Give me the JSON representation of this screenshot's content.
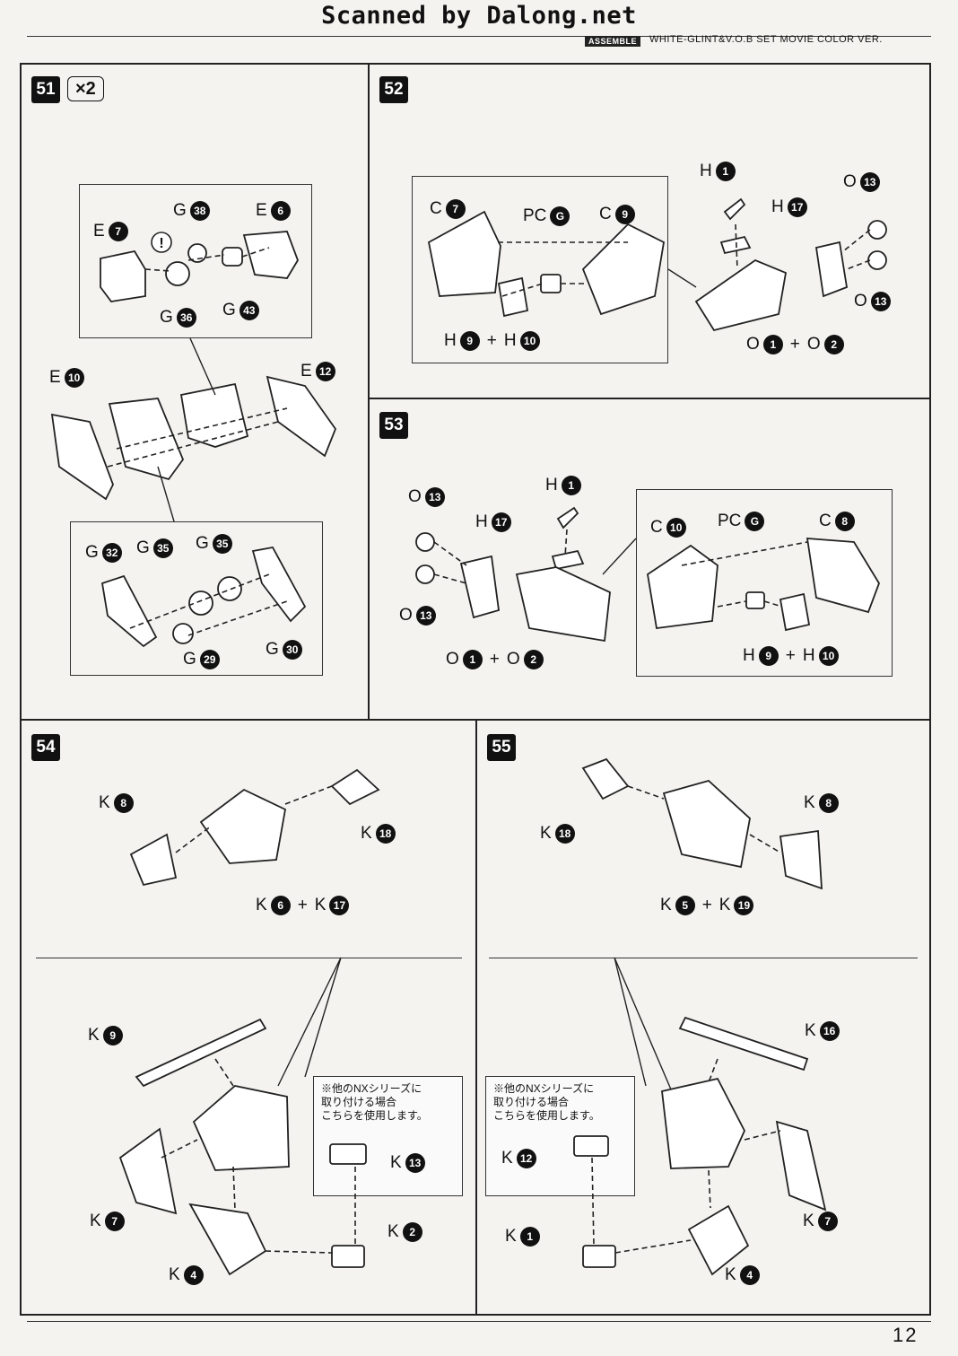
{
  "header": {
    "scan_credit": "Scanned by Dalong.net",
    "section_tag": "ASSEMBLE",
    "series_title": "WHITE-GLINT&V.O.B SET MOVIE COLOR VER."
  },
  "steps": {
    "s51": {
      "num": "51",
      "mult": "×2",
      "labels": {
        "e7": {
          "l": "E",
          "n": "7"
        },
        "g38": {
          "l": "G",
          "n": "38"
        },
        "e6": {
          "l": "E",
          "n": "6"
        },
        "g36": {
          "l": "G",
          "n": "36"
        },
        "g43": {
          "l": "G",
          "n": "43"
        },
        "e10": {
          "l": "E",
          "n": "10"
        },
        "e12": {
          "l": "E",
          "n": "12"
        },
        "g32": {
          "l": "G",
          "n": "32"
        },
        "g35a": {
          "l": "G",
          "n": "35"
        },
        "g35b": {
          "l": "G",
          "n": "35"
        },
        "g29": {
          "l": "G",
          "n": "29"
        },
        "g30": {
          "l": "G",
          "n": "30"
        }
      }
    },
    "s52": {
      "num": "52",
      "labels": {
        "c7": {
          "l": "C",
          "n": "7"
        },
        "pcg": {
          "l": "PC",
          "n": "G"
        },
        "c9": {
          "l": "C",
          "n": "9"
        },
        "h9": {
          "l": "H",
          "n": "9"
        },
        "h10": {
          "l": "H",
          "n": "10"
        },
        "h1": {
          "l": "H",
          "n": "1"
        },
        "h17": {
          "l": "H",
          "n": "17"
        },
        "o13a": {
          "l": "O",
          "n": "13"
        },
        "o13b": {
          "l": "O",
          "n": "13"
        },
        "o1": {
          "l": "O",
          "n": "1"
        },
        "o2": {
          "l": "O",
          "n": "2"
        }
      }
    },
    "s53": {
      "num": "53",
      "labels": {
        "h1": {
          "l": "H",
          "n": "1"
        },
        "o13a": {
          "l": "O",
          "n": "13"
        },
        "h17": {
          "l": "H",
          "n": "17"
        },
        "o13b": {
          "l": "O",
          "n": "13"
        },
        "o1": {
          "l": "O",
          "n": "1"
        },
        "o2": {
          "l": "O",
          "n": "2"
        },
        "c10": {
          "l": "C",
          "n": "10"
        },
        "pcg": {
          "l": "PC",
          "n": "G"
        },
        "c8": {
          "l": "C",
          "n": "8"
        },
        "h9": {
          "l": "H",
          "n": "9"
        },
        "h10": {
          "l": "H",
          "n": "10"
        }
      }
    },
    "s54": {
      "num": "54",
      "labels": {
        "k8": {
          "l": "K",
          "n": "8"
        },
        "k18": {
          "l": "K",
          "n": "18"
        },
        "k6": {
          "l": "K",
          "n": "6"
        },
        "k17": {
          "l": "K",
          "n": "17"
        },
        "k9": {
          "l": "K",
          "n": "9"
        },
        "k13": {
          "l": "K",
          "n": "13"
        },
        "k7": {
          "l": "K",
          "n": "7"
        },
        "k2": {
          "l": "K",
          "n": "2"
        },
        "k4": {
          "l": "K",
          "n": "4"
        }
      },
      "note": "※他のNXシリーズに\n取り付ける場合\nこちらを使用します。"
    },
    "s55": {
      "num": "55",
      "labels": {
        "k18": {
          "l": "K",
          "n": "18"
        },
        "k8": {
          "l": "K",
          "n": "8"
        },
        "k5": {
          "l": "K",
          "n": "5"
        },
        "k19": {
          "l": "K",
          "n": "19"
        },
        "k16": {
          "l": "K",
          "n": "16"
        },
        "k12": {
          "l": "K",
          "n": "12"
        },
        "k1": {
          "l": "K",
          "n": "1"
        },
        "k7": {
          "l": "K",
          "n": "7"
        },
        "k4": {
          "l": "K",
          "n": "4"
        }
      },
      "note": "※他のNXシリーズに\n取り付ける場合\nこちらを使用します。"
    }
  },
  "plus": "+",
  "page_number": "12",
  "icons": {
    "caution": "exclamation-icon"
  }
}
